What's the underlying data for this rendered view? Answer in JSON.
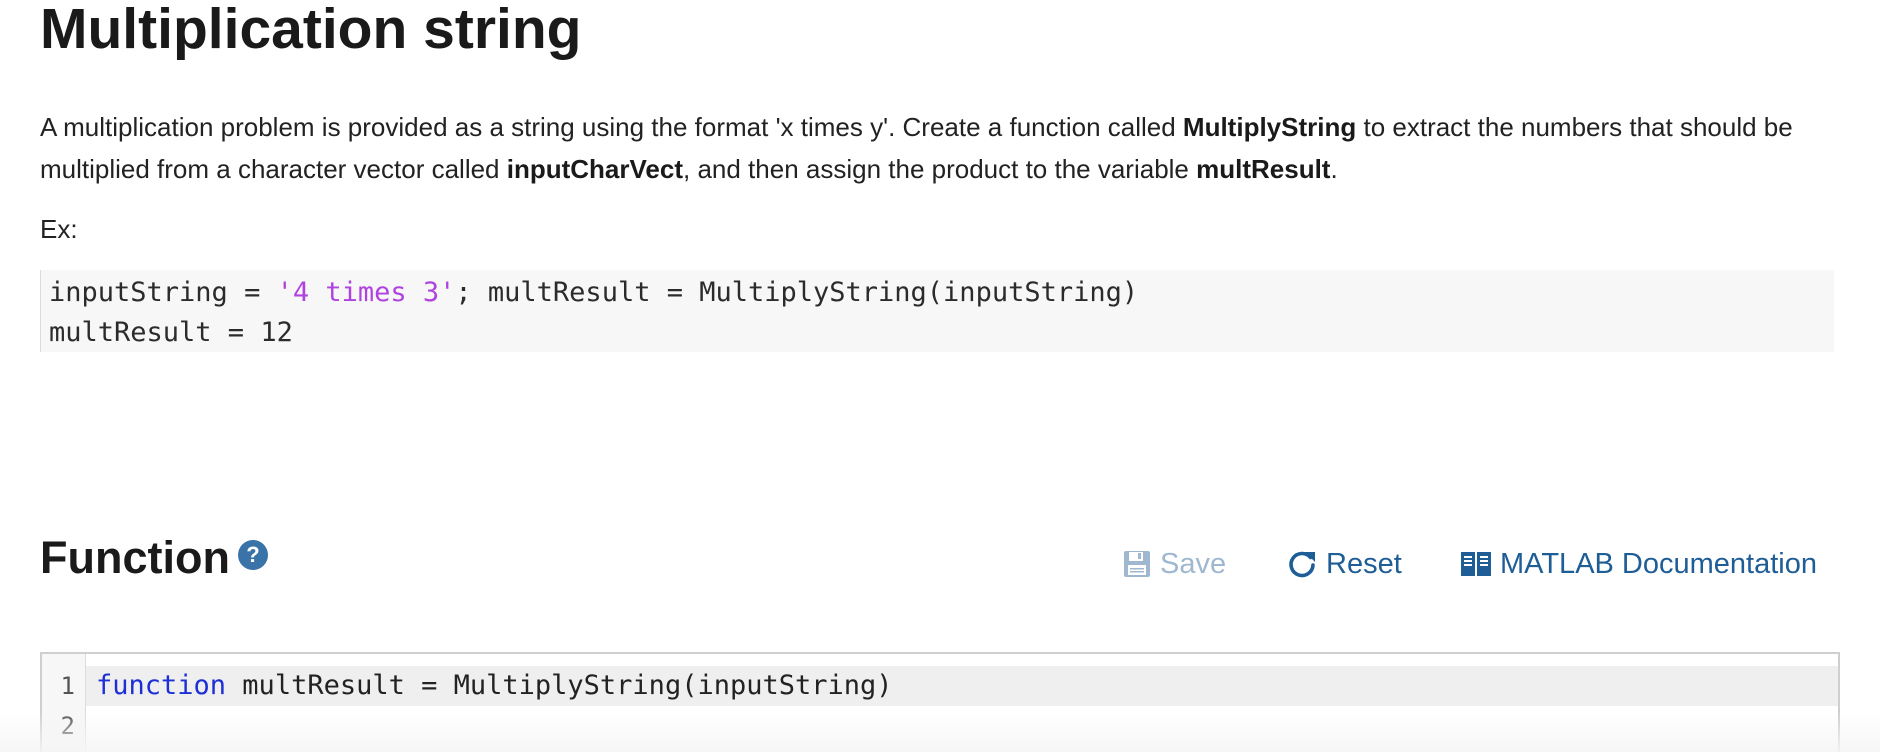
{
  "page": {
    "title": "Multiplication string"
  },
  "description": {
    "part1": "A multiplication problem is provided as a string using the format 'x times y'. Create a function called ",
    "bold1": "MultiplyString",
    "part2": " to extract the numbers that should be multiplied from a character vector called ",
    "bold2": "inputCharVect",
    "part3": ", and then assign the product to the variable ",
    "bold3": "multResult",
    "part4": "."
  },
  "example": {
    "label": "Ex:",
    "line1_pre": "inputString = ",
    "line1_str": "'4 times 3'",
    "line1_post": "; multResult = MultiplyString(inputString)",
    "line2": "multResult = 12"
  },
  "function_section": {
    "title": "Function",
    "help_icon": "?",
    "save_label": "Save",
    "reset_label": "Reset",
    "docs_label": "MATLAB Documentation"
  },
  "editor": {
    "lines": [
      {
        "num": "1",
        "keyword": "function",
        "rest": " multResult = MultiplyString(inputString)"
      },
      {
        "num": "2",
        "keyword": "",
        "rest": ""
      }
    ]
  },
  "colors": {
    "link": "#1f5d97",
    "disabled": "#9fb8d0",
    "string": "#b043e0",
    "keyword": "#1d2fd6"
  },
  "icons": {
    "help": "question-circle-icon",
    "save": "floppy-disk-icon",
    "reset": "refresh-icon",
    "docs": "book-icon"
  }
}
